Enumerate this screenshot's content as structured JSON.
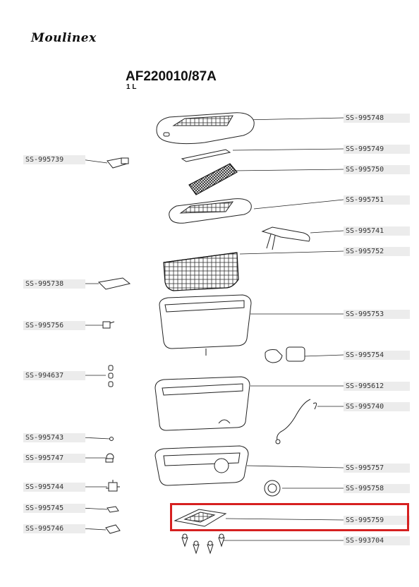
{
  "brand": "Moulinex",
  "model": "AF220010/87A",
  "capacity": "1 L",
  "highlight_color": "#d62020",
  "parts_left": [
    {
      "id": "SS-995739",
      "icon": "clip-part-icon"
    },
    {
      "id": "SS-995738",
      "icon": "bracket-part-icon"
    },
    {
      "id": "SS-995756",
      "icon": "small-clip-icon"
    },
    {
      "id": "SS-994637",
      "icon": "feet-set-icon"
    },
    {
      "id": "SS-995743",
      "icon": "screw-icon"
    },
    {
      "id": "SS-995747",
      "icon": "thermostat-icon"
    },
    {
      "id": "SS-995744",
      "icon": "switch-assembly-icon"
    },
    {
      "id": "SS-995745",
      "icon": "terminal-icon"
    },
    {
      "id": "SS-995746",
      "icon": "connector-block-icon"
    }
  ],
  "parts_right": [
    {
      "id": "SS-995748",
      "icon": "lid-icon"
    },
    {
      "id": "SS-995749",
      "icon": "window-icon"
    },
    {
      "id": "SS-995750",
      "icon": "filter-icon"
    },
    {
      "id": "SS-995751",
      "icon": "lid-frame-icon"
    },
    {
      "id": "SS-995741",
      "icon": "handle-icon"
    },
    {
      "id": "SS-995752",
      "icon": "basket-icon"
    },
    {
      "id": "SS-995753",
      "icon": "bowl-icon"
    },
    {
      "id": "SS-995754",
      "icon": "button-set-icon"
    },
    {
      "id": "SS-995612",
      "icon": "housing-icon"
    },
    {
      "id": "SS-995740",
      "icon": "heating-element-icon"
    },
    {
      "id": "SS-995757",
      "icon": "base-icon"
    },
    {
      "id": "SS-995758",
      "icon": "knob-icon"
    },
    {
      "id": "SS-995759",
      "icon": "bottom-plate-icon"
    },
    {
      "id": "SS-993704",
      "icon": "feet-icon"
    }
  ]
}
